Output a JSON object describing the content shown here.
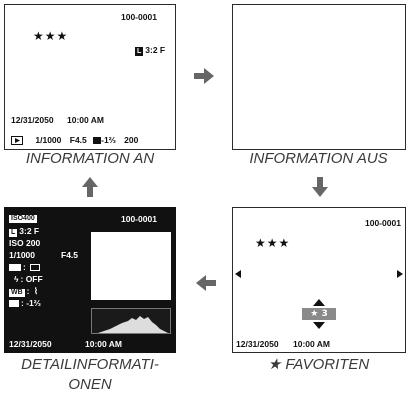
{
  "info_on": {
    "frame_no": "100-0001",
    "stars": "★★★",
    "size_badge": "L",
    "ratio": "3:2 F",
    "date": "12/31/2050",
    "time": "10:00 AM",
    "bottom_play_icon": "playback-icon",
    "shutter": "1/1000",
    "aperture": "F4.5",
    "exposure": "-1⅔",
    "iso": "200",
    "caption": "INFORMATION AN"
  },
  "info_off": {
    "caption": "INFORMATION AUS"
  },
  "detail": {
    "badge": "ISO400",
    "frame_no": "100-0001",
    "size_badge": "L",
    "ratio": "3:2 F",
    "iso": "ISO 200",
    "shutter": "1/1000",
    "aperture": "F4.5",
    "mode_line": ":",
    "flash_line": ": OFF",
    "wb_line": ":",
    "ev_line": ": -1⅔",
    "date": "12/31/2050",
    "time": "10:00 AM",
    "caption_line1": "DETAILINFORMATI-",
    "caption_line2": "ONEN"
  },
  "favorites": {
    "frame_no": "100-0001",
    "stars": "★★★",
    "rating_value": "3",
    "date": "12/31/2050",
    "time": "10:00 AM",
    "caption": "★ FAVORITEN"
  },
  "colors": {
    "frame": "#2b2b2b",
    "dark_screen": "#111111",
    "arrow": "#666666",
    "rating_box": "#8a8a8a",
    "caption": "#3a3a3a"
  }
}
